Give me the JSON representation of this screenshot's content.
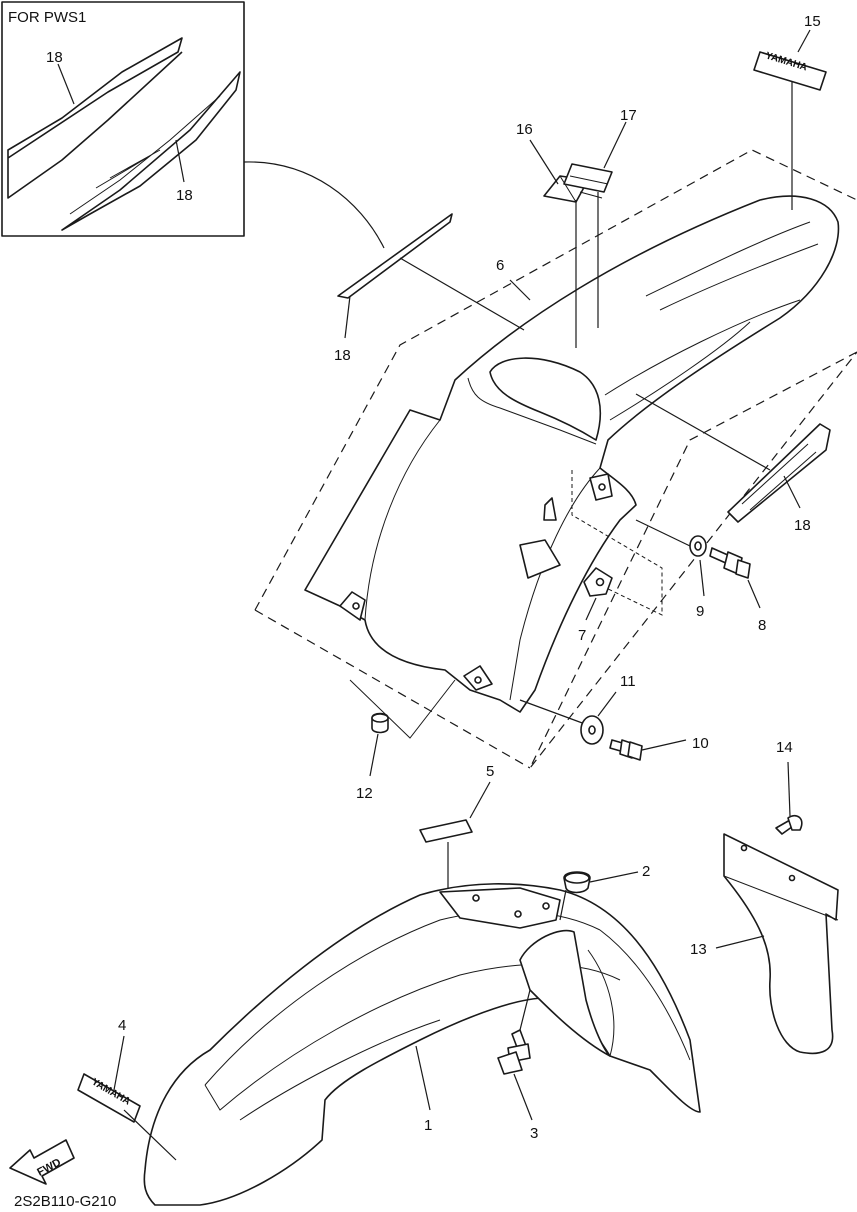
{
  "inset": {
    "title": "FOR PWS1"
  },
  "callouts": {
    "c1": "1",
    "c2": "2",
    "c3": "3",
    "c4": "4",
    "c5": "5",
    "c6": "6",
    "c7": "7",
    "c8": "8",
    "c9": "9",
    "c10": "10",
    "c11": "11",
    "c12": "12",
    "c13": "13",
    "c14": "14",
    "c15": "15",
    "c16": "16",
    "c17": "17",
    "c18_inset_top": "18",
    "c18_inset_bottom": "18",
    "c18_left": "18",
    "c18_right": "18"
  },
  "decals": {
    "front_fender": "YAMAHA",
    "rear_top": "YAMAHA"
  },
  "fwd_label": "FWD",
  "drawing_code": "2S2B110-G210"
}
